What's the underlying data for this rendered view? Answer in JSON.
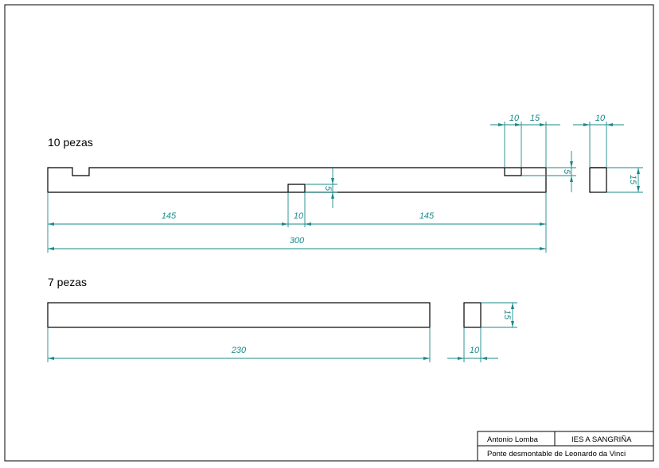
{
  "parts": [
    {
      "heading": "10 pezas",
      "dims": {
        "left": "145",
        "slot": "10",
        "right": "145",
        "total": "300",
        "notch_depth": "5",
        "end_slot_width": "10",
        "end_slot_offset": "15",
        "end_slot_depth": "5",
        "section_width": "10",
        "section_height": "15"
      }
    },
    {
      "heading": "7 pezas",
      "dims": {
        "length": "230",
        "section_width": "10",
        "section_height": "15"
      }
    }
  ],
  "title_block": {
    "author": "Antonio Lomba",
    "school": "IES A SANGRIÑA",
    "project": "Ponte desmontable de Leonardo da Vinci"
  }
}
